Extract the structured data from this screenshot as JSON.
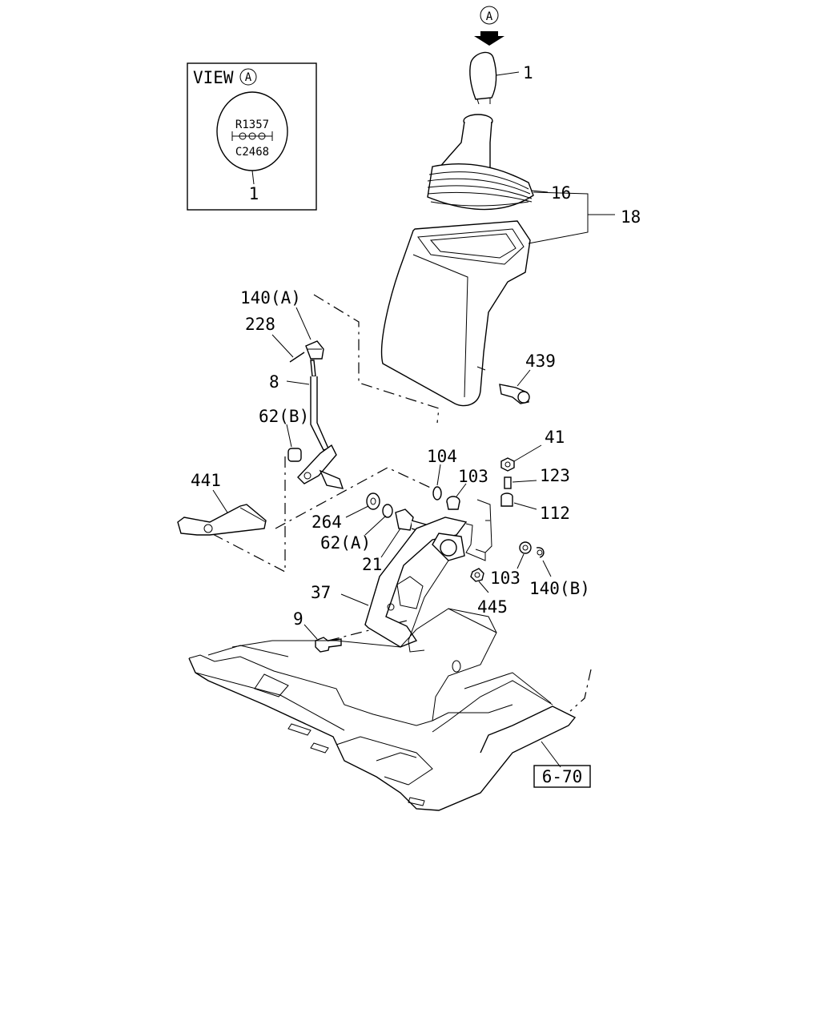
{
  "callouts": {
    "view_marker": "A",
    "view_label": "VIEW",
    "view_label_marker": "A",
    "shift_top_row": "R1357",
    "shift_bottom_row": "C2468",
    "view_part": "1",
    "knob": "1",
    "boot": "16",
    "cover_assy": "18",
    "clip_a": "140(A)",
    "pin_228": "228",
    "rod": "8",
    "bushing_b": "62(B)",
    "screw_439": "439",
    "nut_41": "41",
    "collar_123": "123",
    "bush_112": "112",
    "washer_104": "104",
    "bush_103_top": "103",
    "lever_441": "441",
    "washer_264": "264",
    "bushing_a": "62(A)",
    "shaft_21": "21",
    "bush_103_bottom": "103",
    "clip_b": "140(B)",
    "bracket_37": "37",
    "nut_445": "445",
    "bolt_9": "9",
    "reference": "6-70"
  }
}
